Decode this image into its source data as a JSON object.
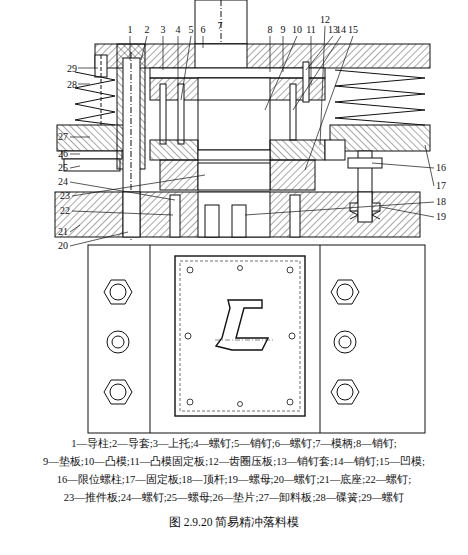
{
  "diagram": {
    "caption": "图 2.9.20   简易精冲落料模",
    "labels": [
      "1",
      "2",
      "3",
      "4",
      "5",
      "6",
      "7",
      "8",
      "9",
      "10",
      "11",
      "12",
      "13",
      "14",
      "15",
      "16",
      "17",
      "18",
      "19",
      "20",
      "21",
      "22",
      "23",
      "24",
      "25",
      "26",
      "27",
      "28",
      "29",
      "1—导柱;2—导套;3—上托;4—螺钉;5—销钉;6—螺钉;7—模柄;8—销钉;",
      "9—垫板;10—凸模;11—凸模固定板;12—齿圈压板;13—销钉套;14—销钉;15—凹模;",
      "16—限位螺柱;17—固定板;18—顶杆;19—螺母;20—螺钉;21—底座;22—螺钉;",
      "23—推件板;24—螺钉;25—螺母;26—垫片;27—卸料板;28—碟簧;29—螺钉"
    ]
  }
}
